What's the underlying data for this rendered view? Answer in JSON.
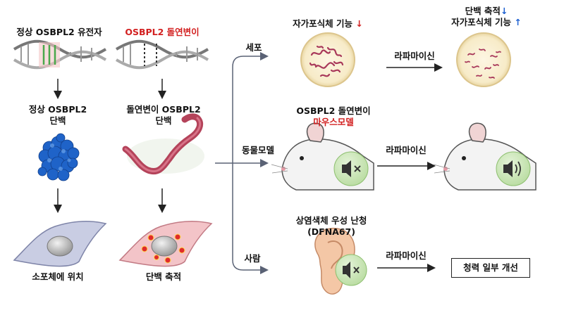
{
  "left": {
    "normal_gene": "정상 OSBPL2 유전자",
    "mutant_gene": "OSBPL2 돌연변이",
    "normal_protein_line1": "정상 OSBPL2",
    "normal_protein_line2": "단백",
    "mutant_protein_line1": "돌연변이 OSBPL2",
    "mutant_protein_line2": "단백",
    "normal_location": "소포체에 위치",
    "mutant_location": "단백 축적"
  },
  "branches": {
    "cell": "세포",
    "animal": "동물모델",
    "human": "사람"
  },
  "cell_row": {
    "before_label": "자가포식체 기능",
    "before_arrow": "↓",
    "drug": "라파마이신",
    "after_line1": "단백 축적",
    "after_line1_arrow": "↓",
    "after_line2": "자가포식체 기능",
    "after_line2_arrow": "↑"
  },
  "mouse_row": {
    "label_line1": "OSBPL2 돌연변이",
    "label_line2": "마우스모델",
    "drug": "라파마이신"
  },
  "human_row": {
    "label_line1": "상염색체 우성 난청",
    "label_line2": "(DFNA67)",
    "drug": "라파마이신",
    "result": "청력 일부 개선"
  },
  "colors": {
    "red_text": "#d21f1f",
    "blue_arrow": "#1c5fd0",
    "arrow_gray": "#5a6275",
    "protein_blue": "#1f63c8",
    "mutant_protein": "#b4435a"
  }
}
